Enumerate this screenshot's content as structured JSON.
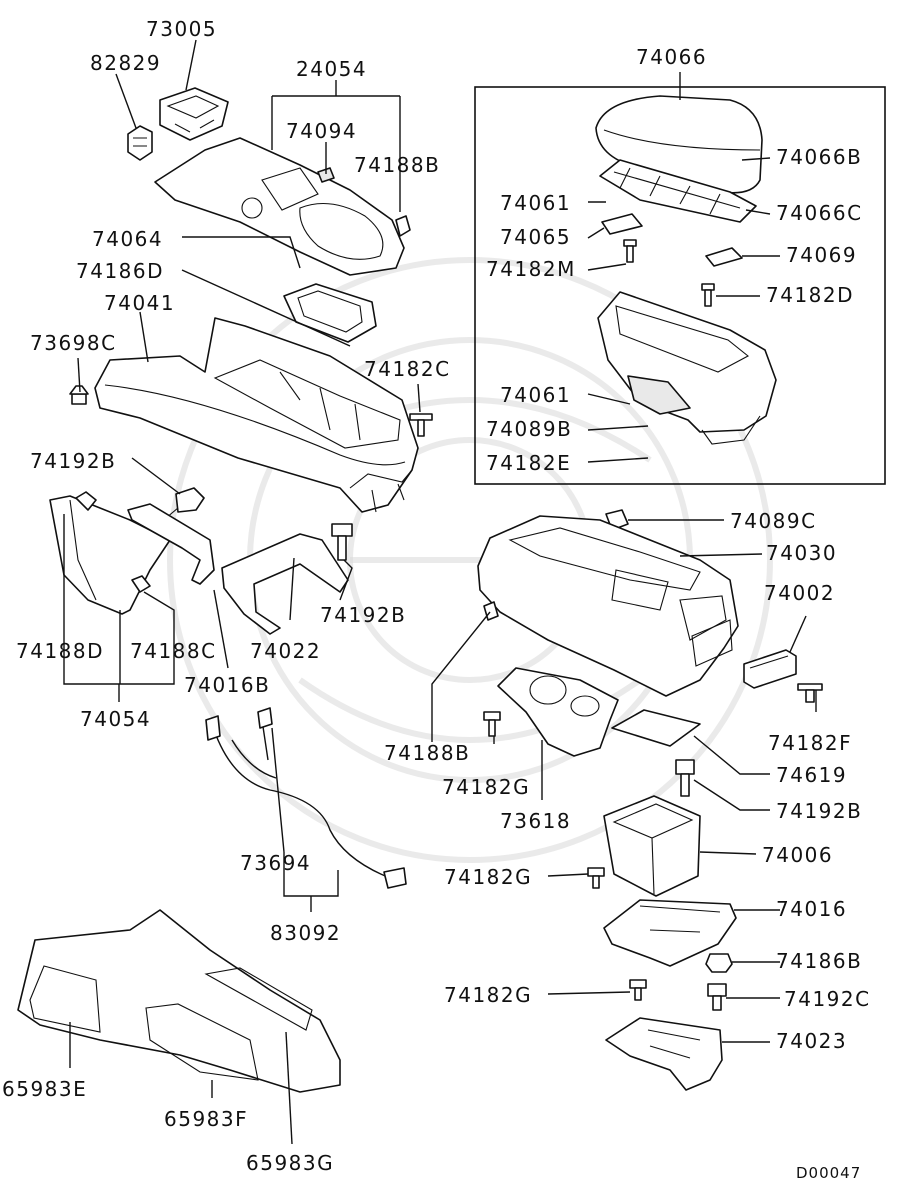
{
  "diagram_code": "D00047",
  "labels": [
    "73005",
    "82829",
    "24054",
    "74094",
    "74188B",
    "74064",
    "74186D",
    "74041",
    "73698C",
    "74182C",
    "74192B",
    "74192B",
    "74022",
    "74188D",
    "74188C",
    "74016B",
    "74054",
    "73694",
    "83092",
    "65983E",
    "65983F",
    "65983G",
    "74066",
    "74066B",
    "74061",
    "74066C",
    "74065",
    "74182M",
    "74069",
    "74182D",
    "74061",
    "74089B",
    "74182E",
    "74089C",
    "74030",
    "74002",
    "74188B",
    "74182F",
    "74182G",
    "73618",
    "74619",
    "74192B",
    "74006",
    "74182G",
    "74016",
    "74186B",
    "74182G",
    "74192C",
    "74023"
  ]
}
